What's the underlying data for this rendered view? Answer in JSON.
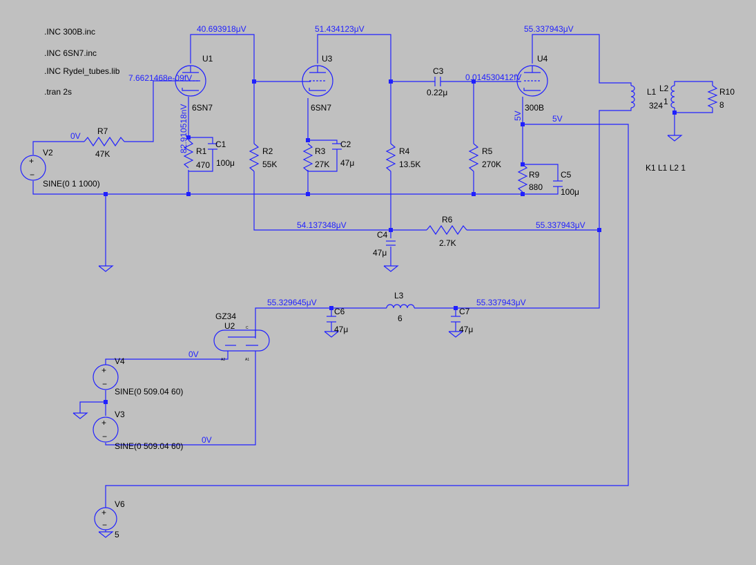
{
  "directives": [
    ".INC 300B.inc",
    ".INC 6SN7.inc",
    ".INC Rydel_tubes.lib",
    ".tran 2s"
  ],
  "coupling": "K1 L1 L2 1",
  "tubes": {
    "u1": {
      "ref": "U1",
      "model": "6SN7"
    },
    "u3": {
      "ref": "U3",
      "model": "6SN7"
    },
    "u4": {
      "ref": "U4",
      "model": "300B"
    },
    "u2": {
      "ref": "U2",
      "model": "GZ34",
      "pin_c": "C",
      "pin_a2": "A2",
      "pin_a1": "A1"
    }
  },
  "resistors": {
    "r7": {
      "ref": "R7",
      "value": "47K"
    },
    "r1": {
      "ref": "R1",
      "value": "470"
    },
    "r2": {
      "ref": "R2",
      "value": "55K"
    },
    "r3": {
      "ref": "R3",
      "value": "27K"
    },
    "r4": {
      "ref": "R4",
      "value": "13.5K"
    },
    "r5": {
      "ref": "R5",
      "value": "270K"
    },
    "r9": {
      "ref": "R9",
      "value": "880"
    },
    "r6": {
      "ref": "R6",
      "value": "2.7K"
    },
    "r10": {
      "ref": "R10",
      "value": "8"
    }
  },
  "capacitors": {
    "c1": {
      "ref": "C1",
      "value": "100μ"
    },
    "c2": {
      "ref": "C2",
      "value": "47μ"
    },
    "c3": {
      "ref": "C3",
      "value": "0.22μ"
    },
    "c4": {
      "ref": "C4",
      "value": "47μ"
    },
    "c5": {
      "ref": "C5",
      "value": "100μ"
    },
    "c6": {
      "ref": "C6",
      "value": "47μ"
    },
    "c7": {
      "ref": "C7",
      "value": "47μ"
    }
  },
  "inductors": {
    "l1": {
      "ref": "L1",
      "value": "324"
    },
    "l2": {
      "ref": "L2",
      "value": "1"
    },
    "l3": {
      "ref": "L3",
      "value": "6"
    }
  },
  "sources": {
    "v2": {
      "ref": "V2",
      "value": "SINE(0 1 1000)"
    },
    "v4": {
      "ref": "V4",
      "value": "SINE(0 509.04 60)"
    },
    "v3": {
      "ref": "V3",
      "value": "SINE(0 509.04 60)"
    },
    "v6": {
      "ref": "V6",
      "value": "5"
    }
  },
  "net_labels": {
    "u1_plate": "40.693918μV",
    "u3_plate": "51.434123μV",
    "u4_plate": "55.337943μV",
    "u1_grid": "7.6621468e-09fV",
    "u1_cathode": "82.910518nV",
    "u4_grid": "0.014530412fV",
    "v2_out": "0V",
    "fil_a": "5V",
    "fil_b": "5V",
    "b_plus_1": "54.137348μV",
    "b_plus_2": "55.337943μV",
    "rect_out": "55.329645μV",
    "filt_out": "55.337943μV",
    "v4_out": "0V",
    "v3_out": "0V"
  }
}
